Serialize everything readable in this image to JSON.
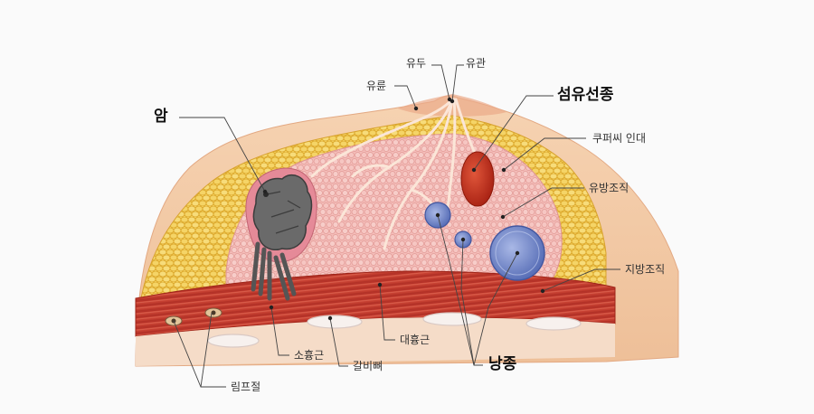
{
  "labels": {
    "yudu": "유두",
    "yugwan": "유관",
    "yuryun": "유륜",
    "fibroadenoma": "섬유선종",
    "cancer": "암",
    "cooper": "쿠퍼씨 인대",
    "glandular": "유방조직",
    "fat": "지방조직",
    "pec_major": "대흉근",
    "pec_minor": "소흉근",
    "ribs": "갈비뼈",
    "cyst": "낭종",
    "lymph": "림프절"
  },
  "icons": {
    "tumor": "tumor-mass-icon",
    "cyst": "cyst-bubble-icon",
    "lymph": "lymph-node-icon"
  },
  "colors": {
    "skin": "#f2c8a2",
    "fat": "#f0c23c",
    "gland": "#f3b9b7",
    "muscle": "#c73c30",
    "tumor": "#5e5e5e",
    "cyst": "#6f86c9",
    "fibroadenoma": "#c52a14",
    "leader": "#444444"
  }
}
